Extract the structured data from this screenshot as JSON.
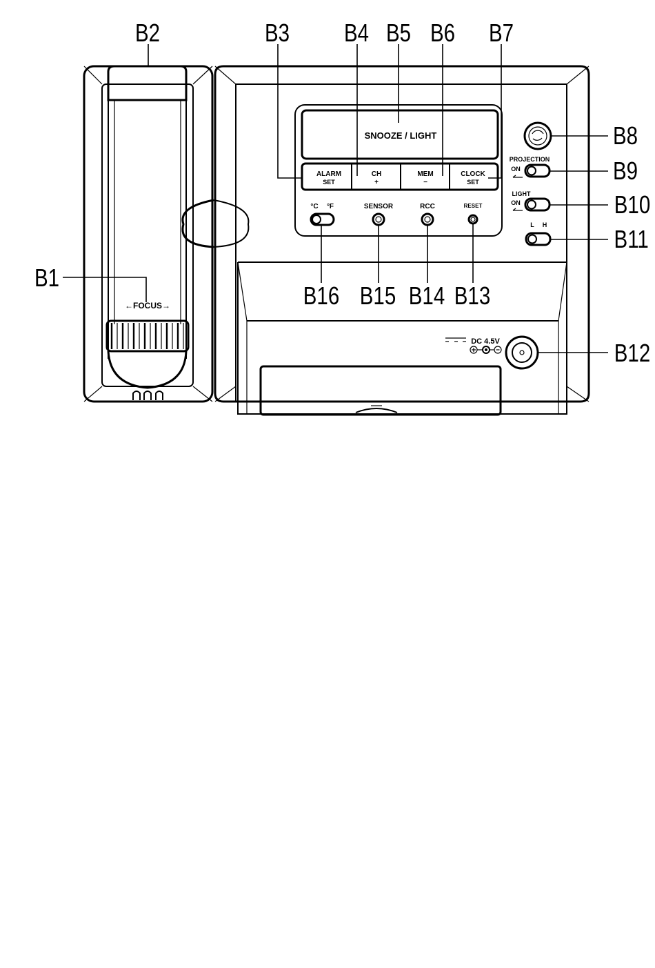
{
  "callouts": {
    "b1": "B1",
    "b2": "B2",
    "b3": "B3",
    "b4": "B4",
    "b5": "B5",
    "b6": "B6",
    "b7": "B7",
    "b8": "B8",
    "b9": "B9",
    "b10": "B10",
    "b11": "B11",
    "b12": "B12",
    "b13": "B13",
    "b14": "B14",
    "b15": "B15",
    "b16": "B16"
  },
  "panel": {
    "snooze_light": "SNOOZE / LIGHT",
    "alarm": "ALARM",
    "alarm_set": "SET",
    "ch": "CH",
    "ch_plus": "+",
    "mem": "MEM",
    "mem_minus": "−",
    "clock": "CLOCK",
    "clock_set": "SET",
    "unit_c": "°C",
    "unit_f": "°F",
    "sensor": "SENSOR",
    "rcc": "RCC",
    "reset": "RESET",
    "projection": "PROJECTION",
    "projection_on": "ON",
    "light": "LIGHT",
    "light_on": "ON",
    "level_l": "L",
    "level_h": "H",
    "dc": "DC 4.5V",
    "focus": "←FOCUS→"
  }
}
